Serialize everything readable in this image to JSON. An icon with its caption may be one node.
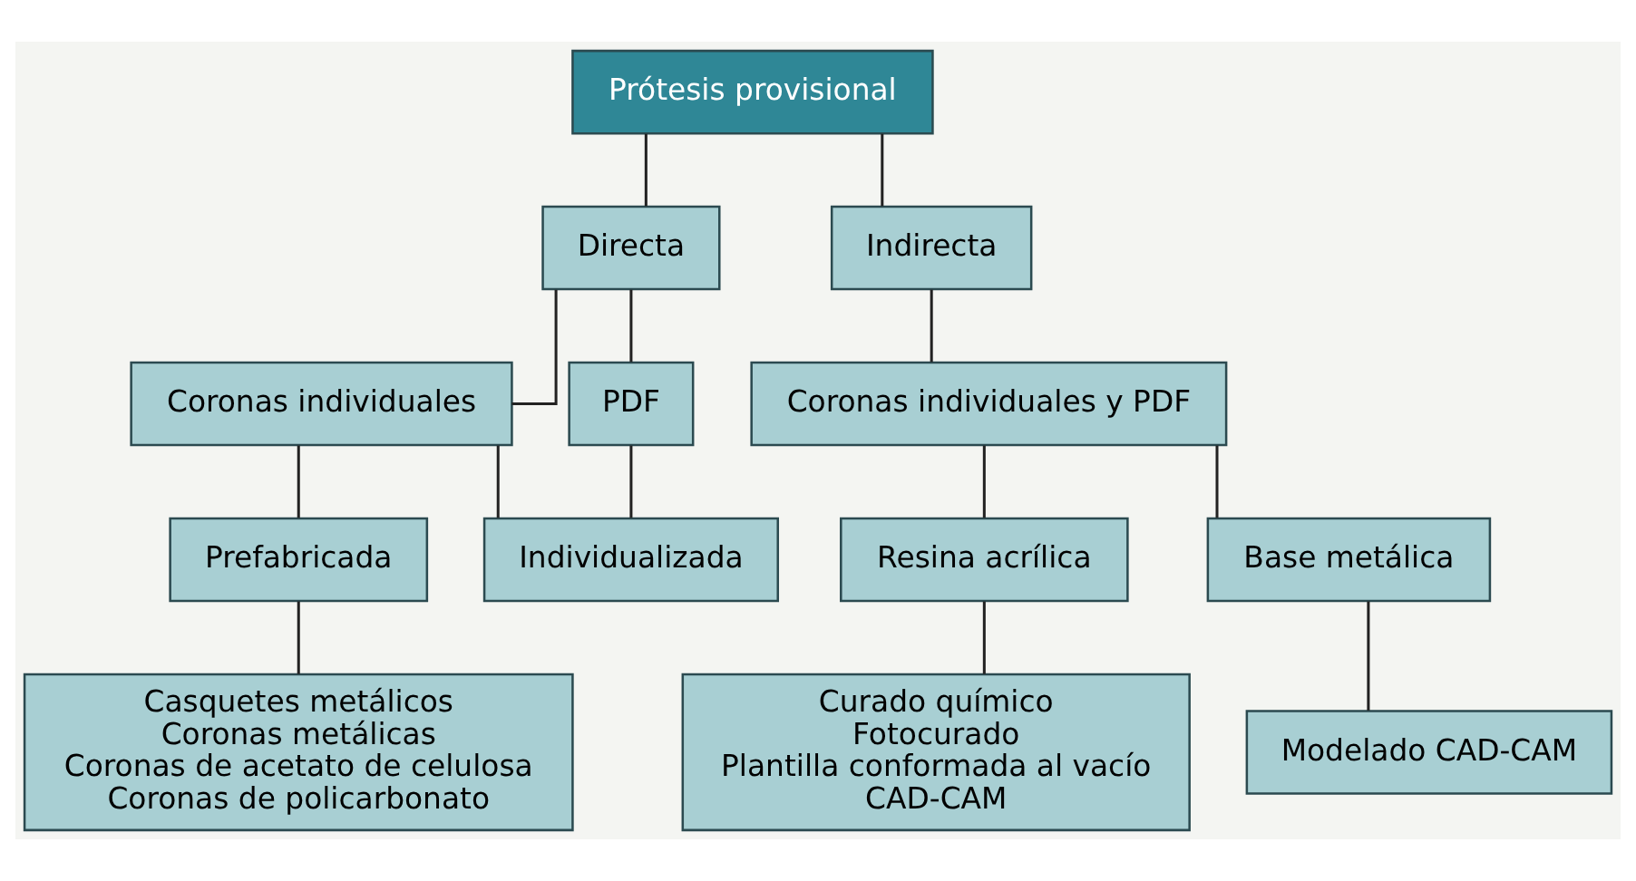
{
  "diagram": {
    "nodes": [
      {
        "text": [
          "Prótesis provisional"
        ]
      },
      {
        "text": [
          "Directa"
        ]
      },
      {
        "text": [
          "Indirecta"
        ]
      },
      {
        "text": [
          "Coronas individuales"
        ]
      },
      {
        "text": [
          "PDF"
        ]
      },
      {
        "text": [
          "Coronas individuales y PDF"
        ]
      },
      {
        "text": [
          "Prefabricada"
        ]
      },
      {
        "text": [
          "Individualizada"
        ]
      },
      {
        "text": [
          "Resina acrílica"
        ]
      },
      {
        "text": [
          "Base metálica"
        ]
      },
      {
        "text": [
          "Casquetes metálicos",
          "Coronas metálicas",
          "Coronas de acetato de celulosa",
          "Coronas de policarbonato"
        ]
      },
      {
        "text": [
          "Curado químico",
          "Fotocurado",
          "Plantilla conformada al vacío",
          "CAD-CAM"
        ]
      },
      {
        "text": [
          "Modelado CAD-CAM"
        ]
      }
    ],
    "edges": [
      {
        "from": 0,
        "to": 1,
        "arrow": "none"
      },
      {
        "from": 0,
        "to": 2,
        "arrow": "none"
      },
      {
        "from": 1,
        "to": 3,
        "arrow": "none"
      },
      {
        "from": 1,
        "to": 4,
        "arrow": "none"
      },
      {
        "from": 3,
        "to": 6,
        "arrow": "none"
      },
      {
        "from": 3,
        "to": 7,
        "arrow": "none"
      },
      {
        "from": 4,
        "to": 7,
        "arrow": "none"
      },
      {
        "from": 2,
        "to": 5,
        "arrow": "none"
      },
      {
        "from": 5,
        "to": 8,
        "arrow": "none"
      },
      {
        "from": 5,
        "to": 9,
        "arrow": "none"
      },
      {
        "from": 6,
        "to": 10,
        "arrow": "none"
      },
      {
        "from": 8,
        "to": 11,
        "arrow": "none"
      },
      {
        "from": 9,
        "to": 12,
        "arrow": "none"
      }
    ]
  }
}
